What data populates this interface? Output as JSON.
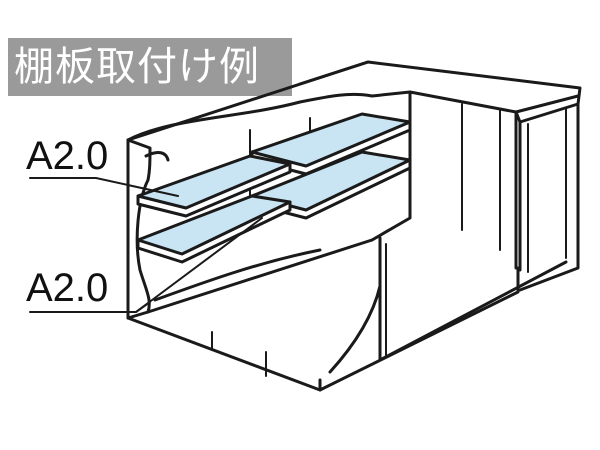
{
  "title": "棚板取付け例",
  "labels": {
    "upper": "A2.0",
    "lower": "A2.0"
  },
  "colors": {
    "shelf_fill": "#c9e4f2",
    "title_background": "#9a9a9a",
    "line": "#1a1a1a"
  }
}
